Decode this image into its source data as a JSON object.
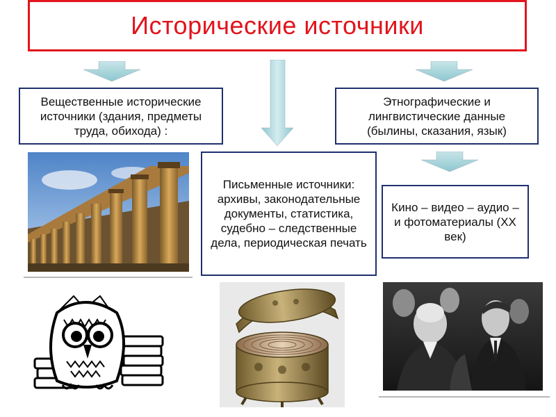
{
  "title": "Исторические источники",
  "boxes": {
    "material": "Вещественные исторические источники (здания, предметы труда, обихода) :",
    "written": "Письменные источники: архивы, законодательные документы, статистика, судебно – следственные дела, периодическая печать",
    "ethno": "Этнографические и лингвистические данные (былины, сказания, язык)",
    "media": "Кино – видео – аудио – и фотоматериалы (XX век)"
  },
  "colors": {
    "title_red": "#e2141c",
    "box_border": "#1f2f6e",
    "arrow_fill": "#9fd0d6"
  }
}
